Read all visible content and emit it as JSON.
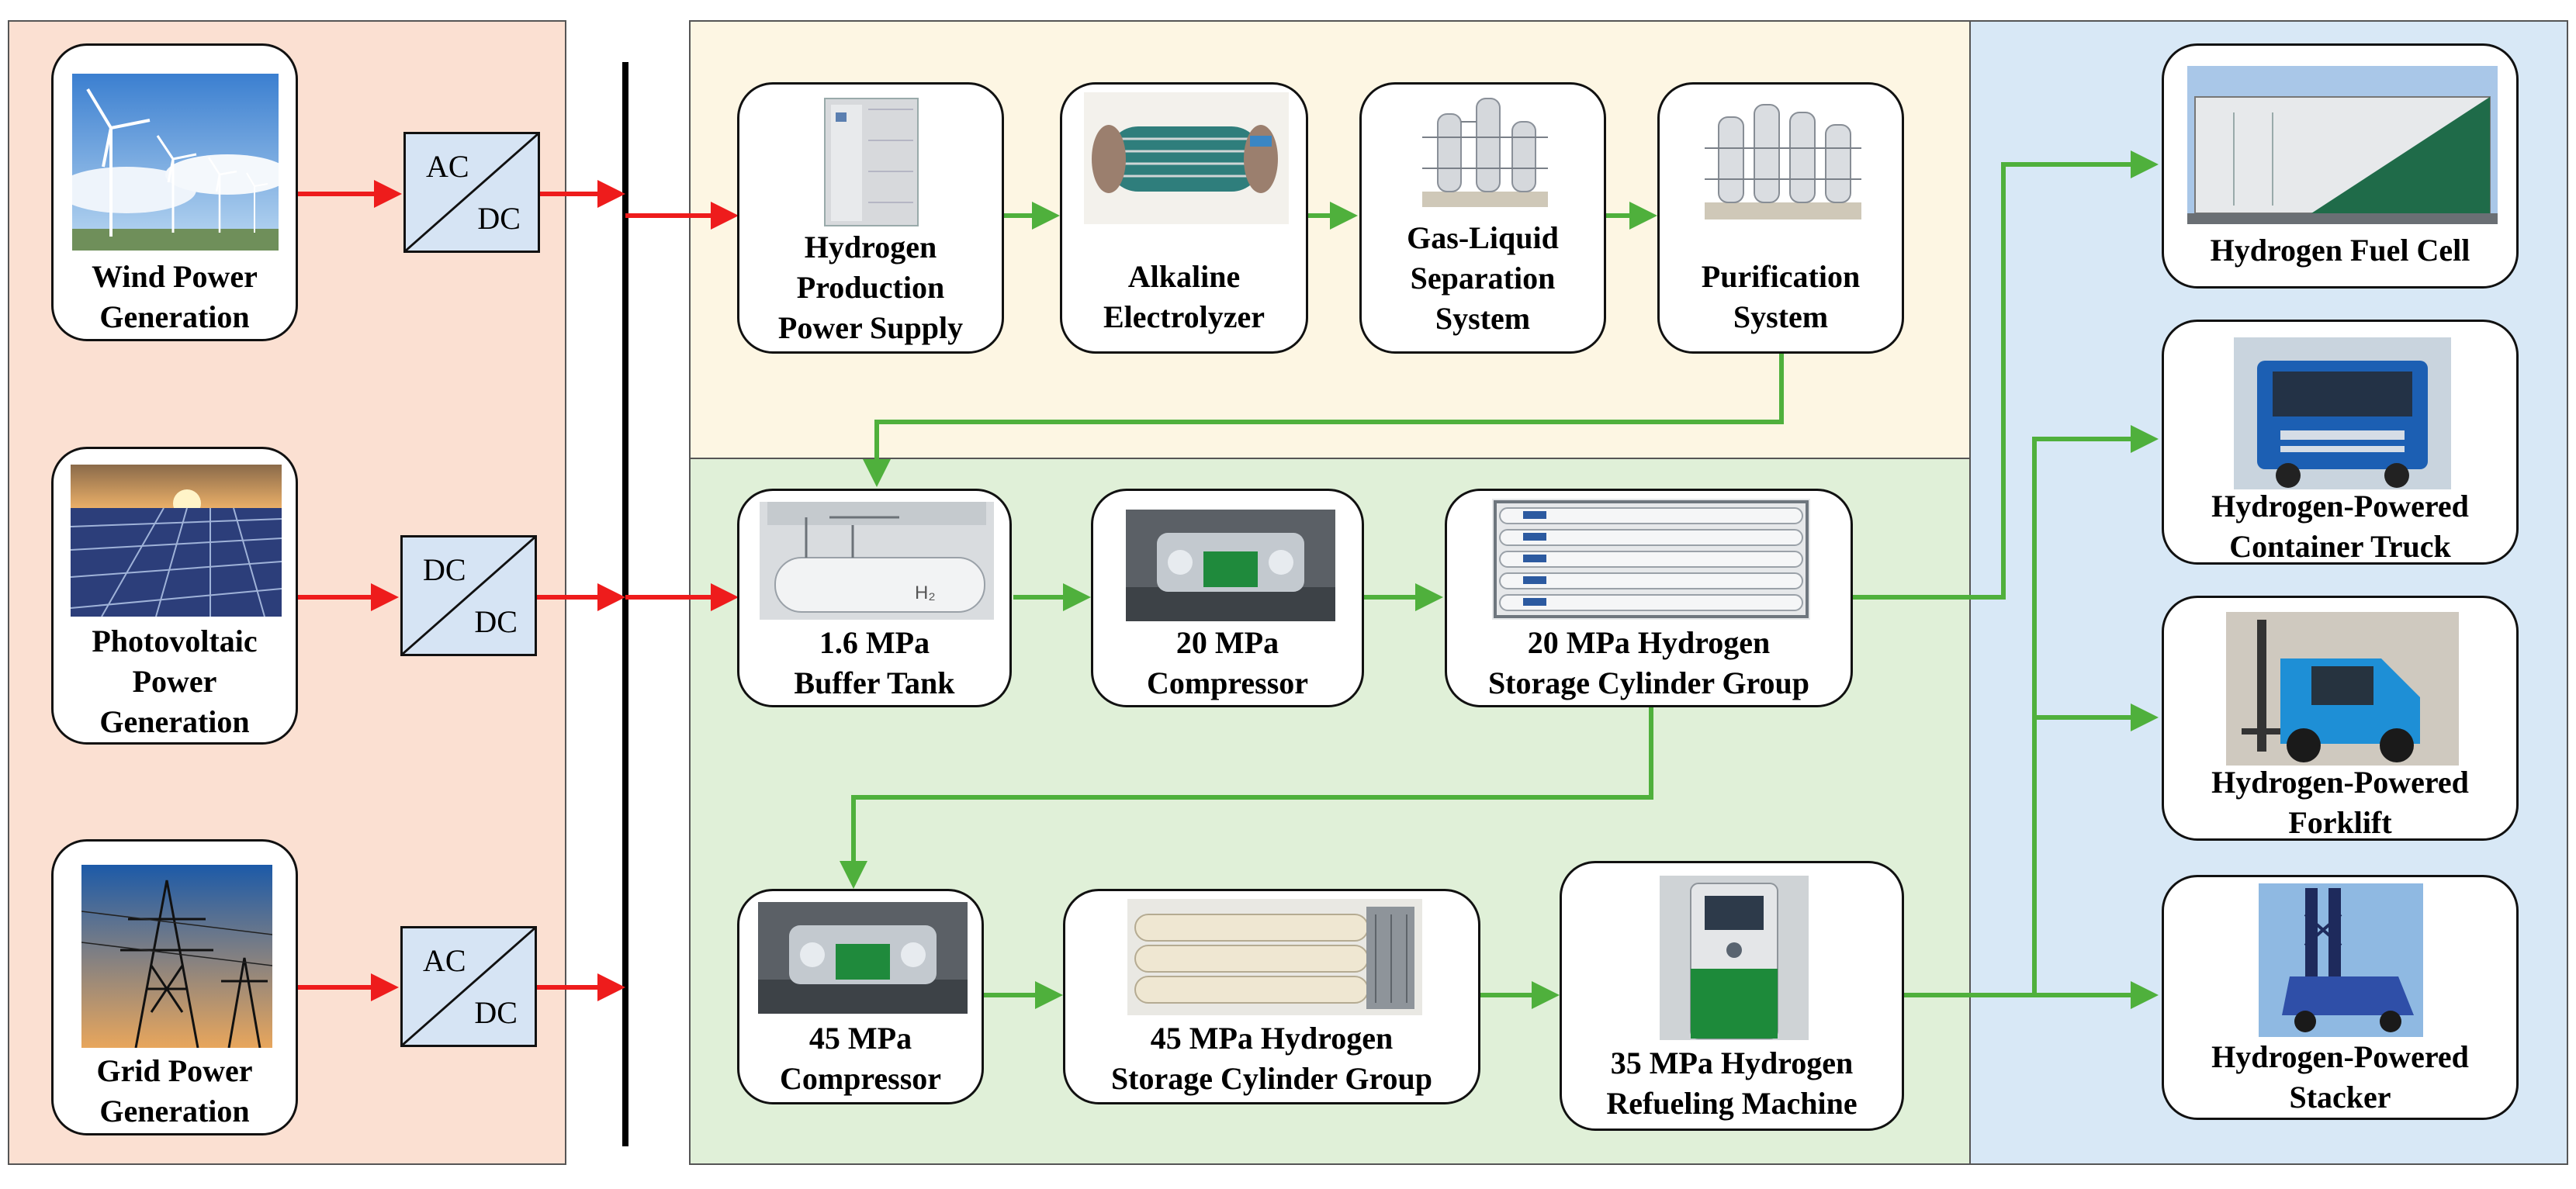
{
  "colors": {
    "source_panel": "#fbe0d2",
    "production_panel": "#fdf6e3",
    "storage_panel": "#e0f0d8",
    "application_panel": "#d8e8f6",
    "converter": "#d6e4f4",
    "power_flow": "#ee1c1c",
    "hydrogen_flow": "#4fb03c",
    "bus": "#000000"
  },
  "sources": [
    {
      "lines": [
        "Wind Power",
        "Generation"
      ],
      "icon": "wind-turbines-photo"
    },
    {
      "lines": [
        "Photovoltaic",
        "Power",
        "Generation"
      ],
      "icon": "solar-panels-photo"
    },
    {
      "lines": [
        "Grid Power",
        "Generation"
      ],
      "icon": "transmission-tower-photo"
    }
  ],
  "converters": [
    {
      "top": "AC",
      "bottom": "DC"
    },
    {
      "top": "DC",
      "bottom": "DC"
    },
    {
      "top": "AC",
      "bottom": "DC"
    }
  ],
  "production": [
    {
      "lines": [
        "Hydrogen",
        "Production",
        "Power Supply"
      ],
      "icon": "power-supply-cabinet-photo"
    },
    {
      "lines": [
        "Alkaline",
        "Electrolyzer"
      ],
      "icon": "electrolyzer-photo"
    },
    {
      "lines": [
        "Gas-Liquid",
        "Separation",
        "System"
      ],
      "icon": "separation-skid-photo"
    },
    {
      "lines": [
        "Purification",
        "System"
      ],
      "icon": "purification-skid-photo"
    }
  ],
  "storage_row1": [
    {
      "lines": [
        "1.6 MPa",
        "Buffer Tank"
      ],
      "icon": "buffer-tank-photo",
      "tank_label": "H₂"
    },
    {
      "lines": [
        "20 MPa",
        "Compressor"
      ],
      "icon": "compressor-photo"
    },
    {
      "lines": [
        "20 MPa Hydrogen",
        "Storage Cylinder Group"
      ],
      "icon": "cylinder-rack-photo"
    }
  ],
  "storage_row2": [
    {
      "lines": [
        "45 MPa",
        "Compressor"
      ],
      "icon": "compressor-photo"
    },
    {
      "lines": [
        "45 MPa Hydrogen",
        "Storage Cylinder Group"
      ],
      "icon": "cylinder-bundle-photo"
    },
    {
      "lines": [
        "35 MPa Hydrogen",
        "Refueling Machine"
      ],
      "icon": "refueling-dispenser-photo"
    }
  ],
  "applications": [
    {
      "lines": [
        "Hydrogen Fuel Cell"
      ],
      "icon": "fuel-cell-container-photo"
    },
    {
      "lines": [
        "Hydrogen-Powered",
        "Container Truck"
      ],
      "icon": "truck-photo"
    },
    {
      "lines": [
        "Hydrogen-Powered",
        "Forklift"
      ],
      "icon": "forklift-photo"
    },
    {
      "lines": [
        "Hydrogen-Powered",
        "Stacker"
      ],
      "icon": "stacker-photo"
    }
  ]
}
